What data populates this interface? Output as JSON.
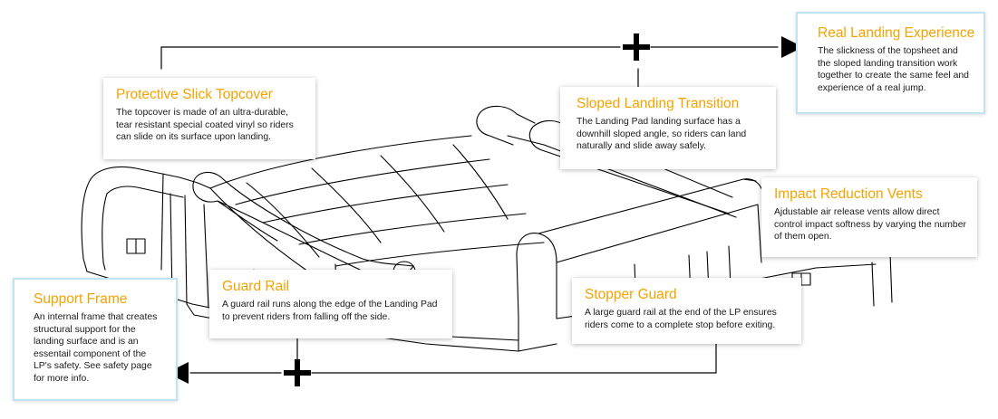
{
  "callouts": {
    "real_landing": {
      "title": "Real Landing Experience",
      "text": "The slickness of the topsheet and the sloped landing transition work together to create the same feel and experience of a real jump."
    },
    "topcover": {
      "title": "Protective Slick Topcover",
      "text": "The topcover is made of an ultra-durable, tear resistant special coated vinyl so riders can slide on its surface upon landing."
    },
    "sloped": {
      "title": "Sloped Landing Transition",
      "text": "The Landing Pad landing surface has a downhill sloped angle, so riders can land naturally and slide away safely."
    },
    "vents": {
      "title": "Impact Reduction Vents",
      "text": "Ajdustable air release vents allow direct control impact softness by varying the number of them open."
    },
    "guard_rail": {
      "title": "Guard Rail",
      "text": "A guard rail runs along the edge of the Landing Pad to prevent riders from falling off the side."
    },
    "stopper": {
      "title": "Stopper Guard",
      "text": "A large guard rail at the end of the LP ensures riders come to a complete stop before exiting."
    },
    "support_frame": {
      "title": "Support Frame",
      "text": "An internal frame that creates structural support for the landing surface and is an essentail component of the LP's safety.  See safety page for more info."
    }
  },
  "icons": {
    "plus": "plus-icon",
    "arrow": "arrow-head-icon"
  },
  "colors": {
    "title": "#f4a300",
    "feature_border": "#bfe4ef",
    "line": "#000000"
  }
}
